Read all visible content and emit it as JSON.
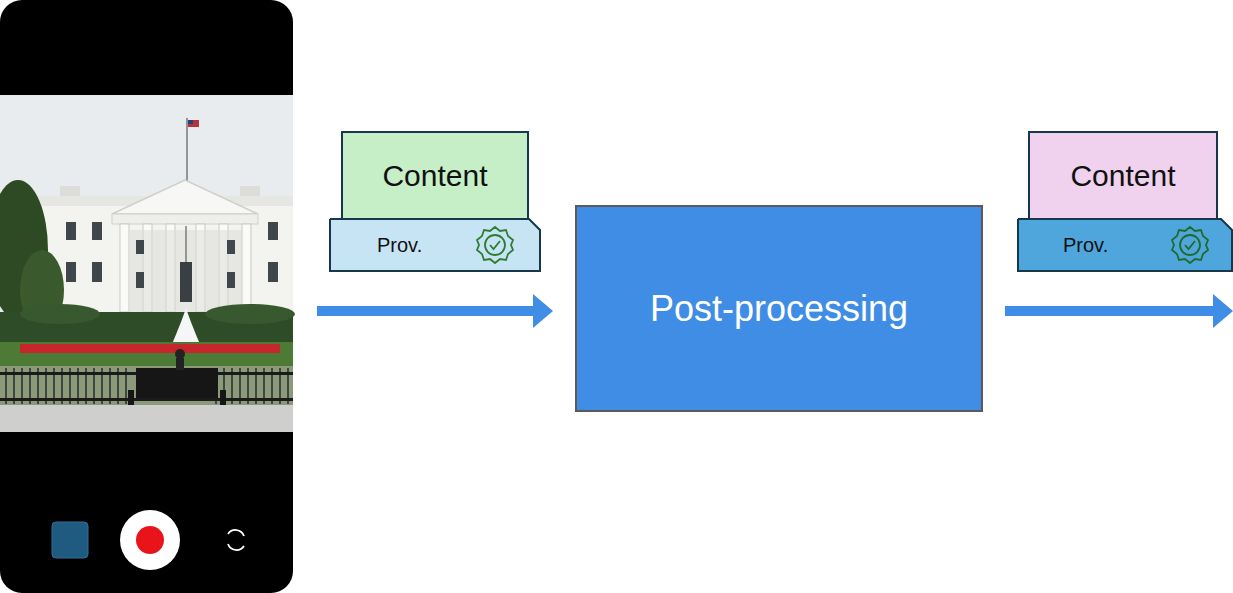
{
  "diagram": {
    "nodes": [
      {
        "text": [
          "Content"
        ]
      },
      {
        "text": [
          "Prov."
        ]
      },
      {
        "text": [
          "Post-processing"
        ]
      },
      {
        "text": [
          "Content"
        ]
      },
      {
        "text": [
          "Prov."
        ]
      }
    ]
  }
}
